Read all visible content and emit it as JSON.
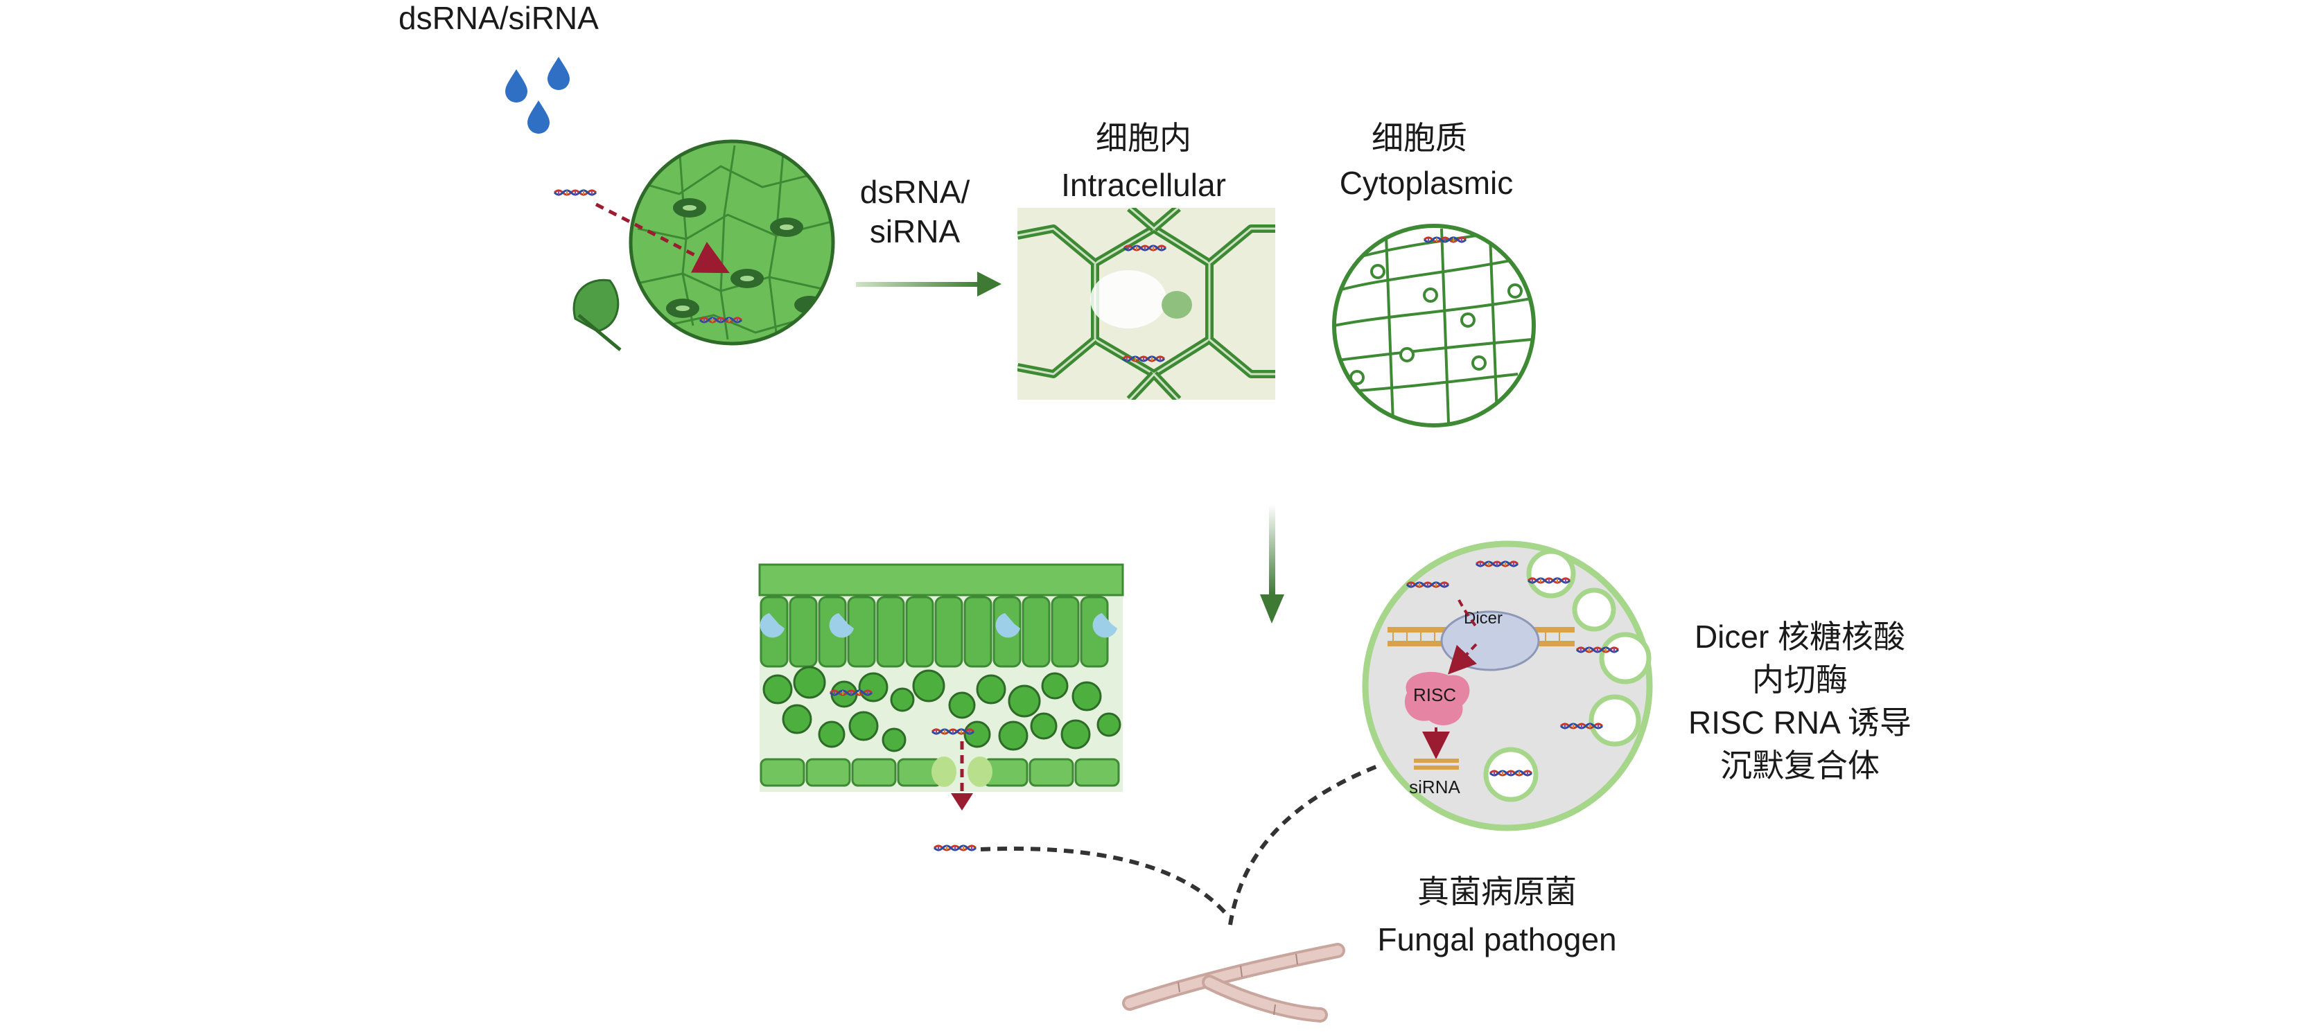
{
  "input": {
    "label": "dsRNA/siRNA"
  },
  "arrow_label": {
    "line1": "dsRNA/",
    "line2": "siRNA"
  },
  "intracellular": {
    "zh": "细胞内",
    "en": "Intracellular"
  },
  "cytoplasmic": {
    "zh": "细胞质",
    "en": "Cytoplasmic"
  },
  "fungal_cell": {
    "dicer_label": "Dicer",
    "risc_label": "RISC",
    "sirna_label": "siRNA"
  },
  "legend": {
    "line1": "Dicer 核糖核酸",
    "line2": "内切酶",
    "line3": "RISC RNA 诱导",
    "line4": "沉默复合体"
  },
  "pathogen": {
    "zh": "真菌病原菌",
    "en": "Fungal pathogen"
  },
  "colors": {
    "leaf_dark": "#3f8f3a",
    "leaf_light": "#6cc05c",
    "arrow_red": "#9b1b30",
    "water_blue": "#2f6fc4",
    "cell_bg": "#e9ecd9",
    "fungus": "#d9b8b0"
  }
}
